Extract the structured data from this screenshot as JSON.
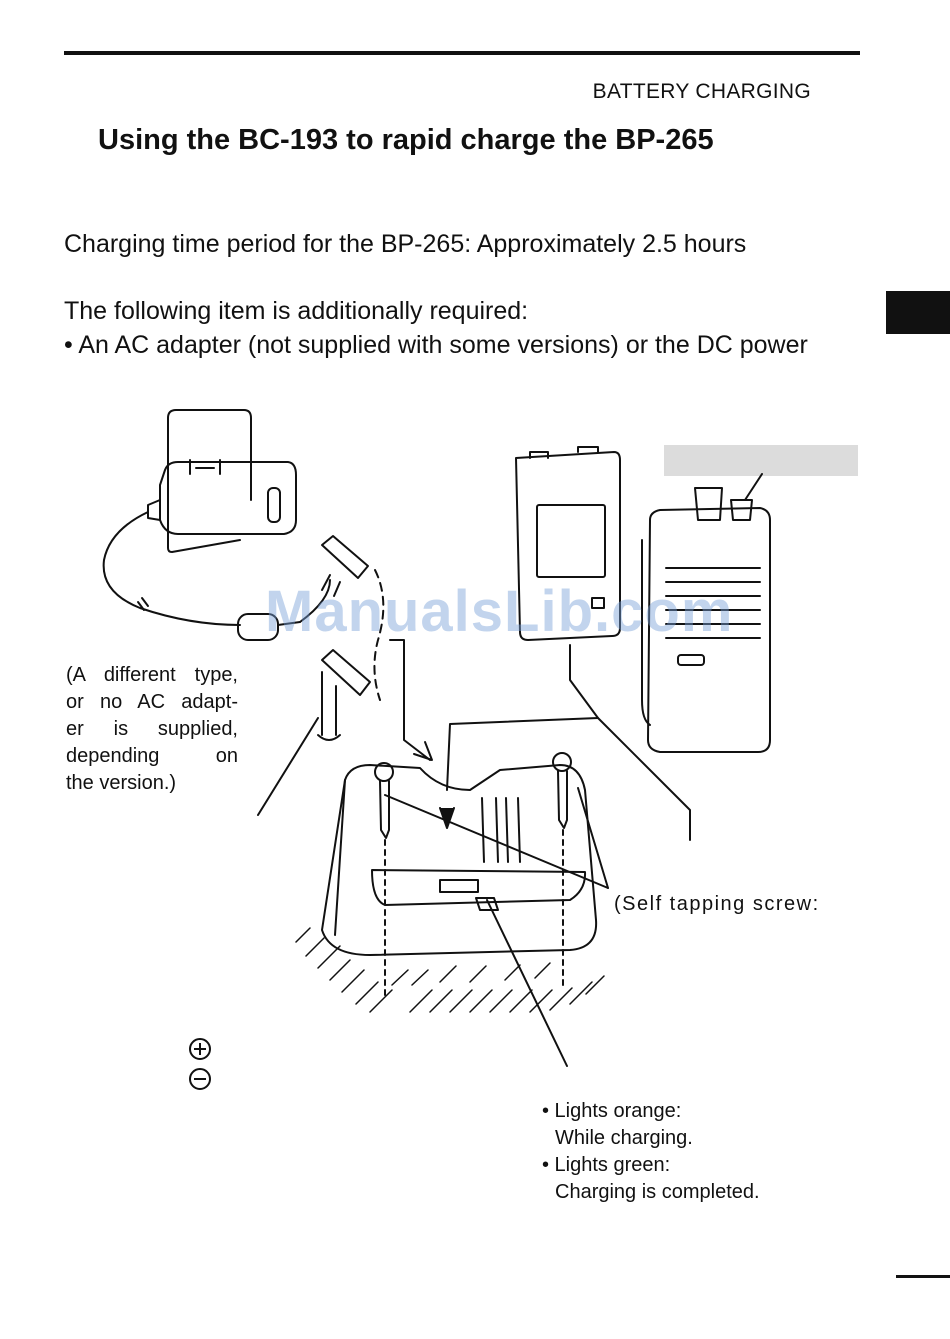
{
  "header": {
    "section_label": "BATTERY CHARGING"
  },
  "title": "Using the BC-193 to rapid charge the BP-265",
  "body": {
    "charging_time": "Charging time period for the BP-265: Approximately 2.5 hours",
    "requirement_intro": "The following item is additionally required:",
    "requirement_item": "• An AC adapter (not supplied with some versions) or the DC power"
  },
  "figure": {
    "adapter_note_lines": [
      "(A different type,",
      "or no AC adapt-",
      "er is supplied,",
      "depending on",
      "the version.)"
    ],
    "screw_note": "(Self tapping screw:",
    "led_items": [
      {
        "label": "• Lights orange:",
        "detail": "While charging."
      },
      {
        "label": "• Lights green:",
        "detail": "Charging is completed."
      }
    ],
    "icons": [
      "plus-circle-icon",
      "minus-circle-icon"
    ],
    "watermark": "ManualsLib.com"
  }
}
